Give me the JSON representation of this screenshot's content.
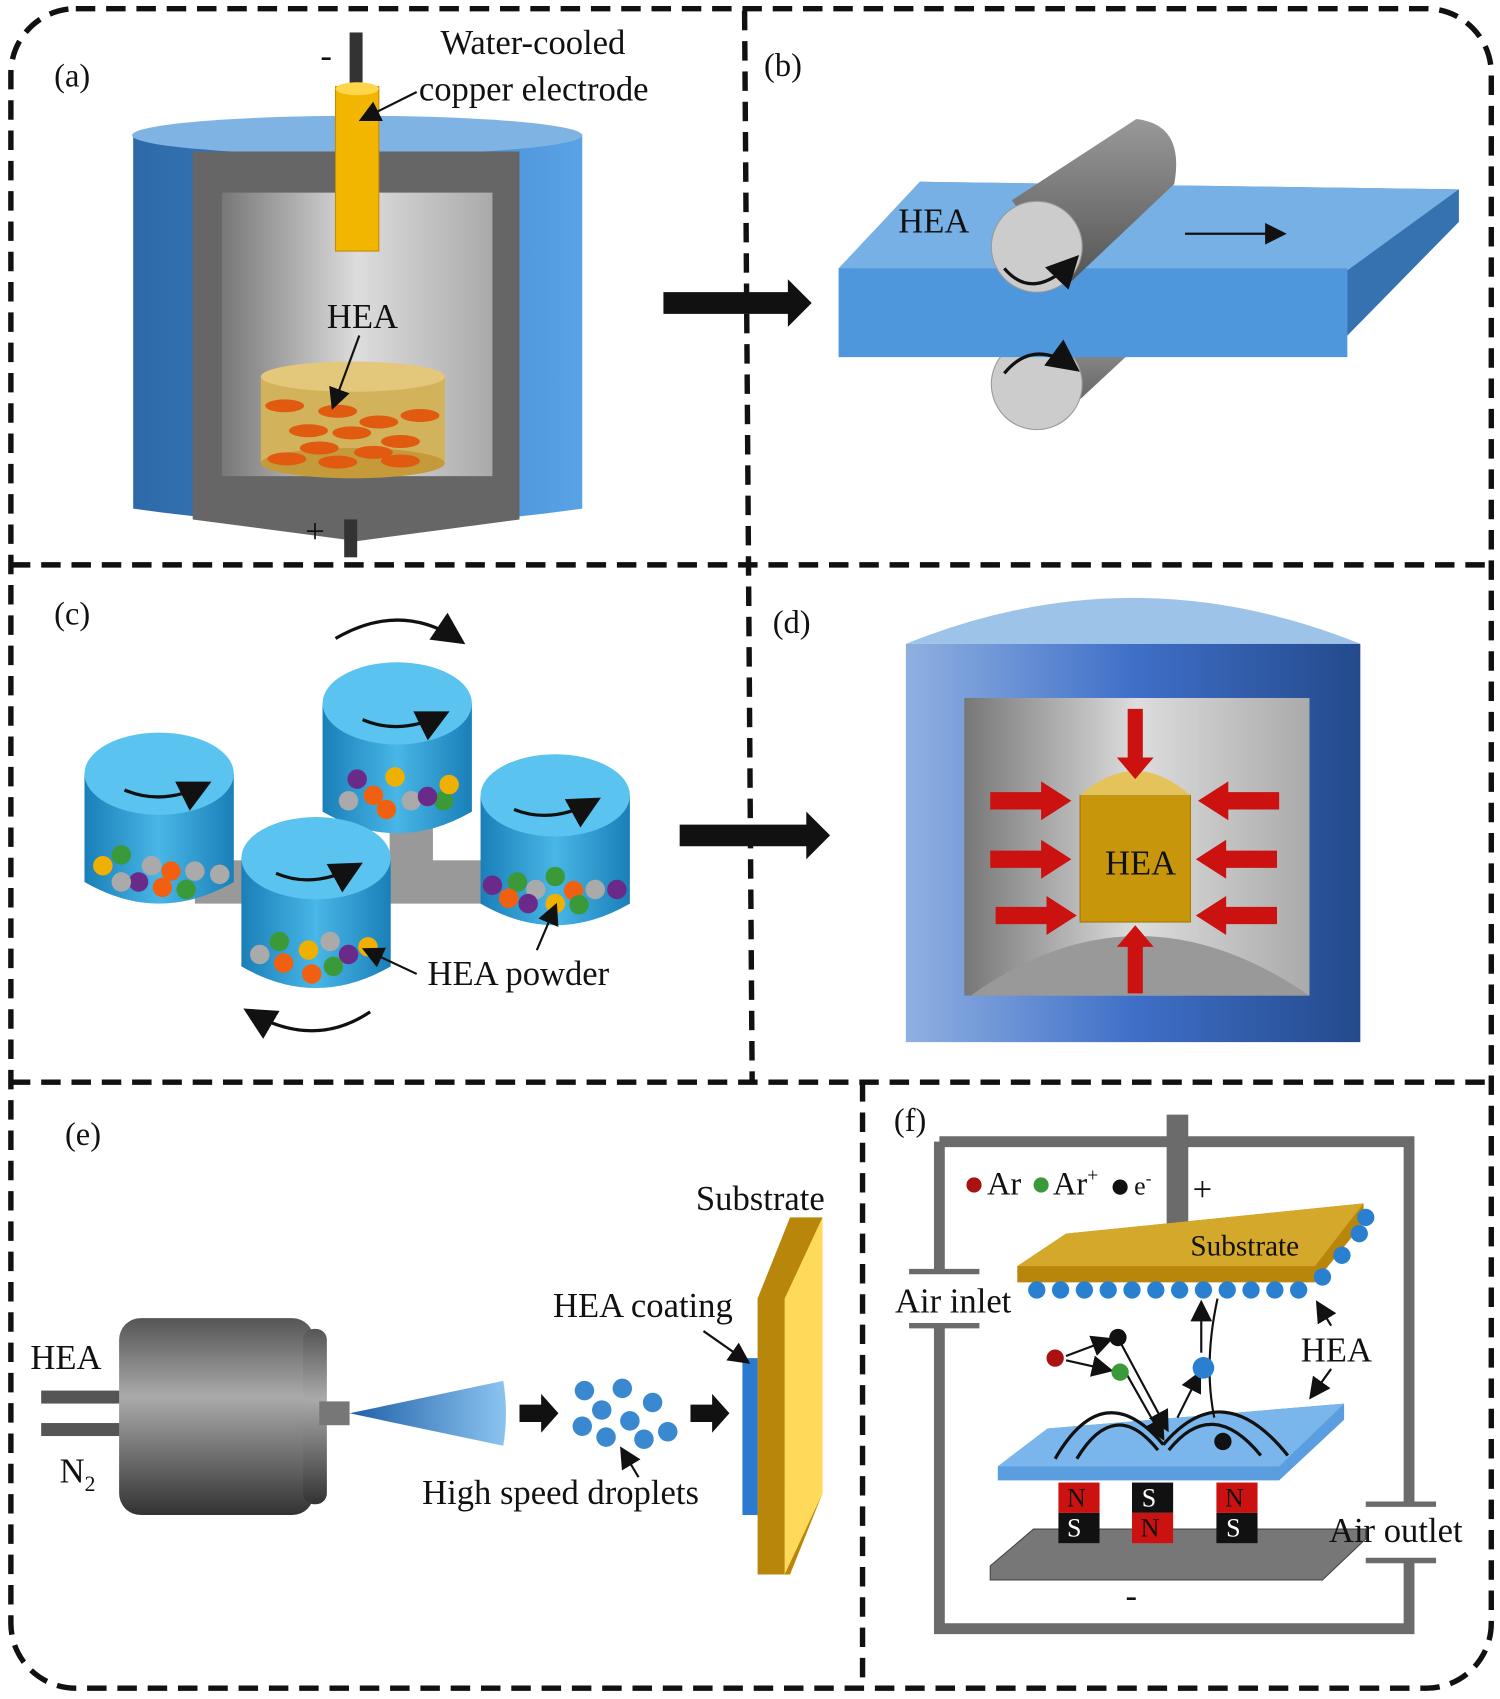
{
  "panels": {
    "a": {
      "label": "(a)",
      "electrode_line1": "Water-cooled",
      "electrode_line2": "copper electrode",
      "minus": "-",
      "plus": "+",
      "hea": "HEA"
    },
    "b": {
      "label": "(b)",
      "hea": "HEA"
    },
    "c": {
      "label": "(c)",
      "powder": "HEA powder"
    },
    "d": {
      "label": "(d)",
      "hea": "HEA"
    },
    "e": {
      "label": "(e)",
      "substrate": "Substrate",
      "coating": "HEA coating",
      "hea": "HEA",
      "n2": "N",
      "n2_sub": "2",
      "droplets": "High speed droplets"
    },
    "f": {
      "label": "(f)",
      "ar": "Ar",
      "ar_ion": "Ar",
      "ar_ion_sup": "+",
      "electron": "e",
      "electron_sup": "-",
      "plus": "+",
      "minus": "-",
      "substrate": "Substrate",
      "air_inlet": "Air inlet",
      "air_outlet": "Air outlet",
      "hea": "HEA",
      "magnet_n": "N",
      "magnet_s": "S"
    }
  },
  "colors": {
    "blue": "#4a90d9",
    "gold": "#c9961a",
    "red": "#cc1111",
    "gray": "#777777"
  }
}
